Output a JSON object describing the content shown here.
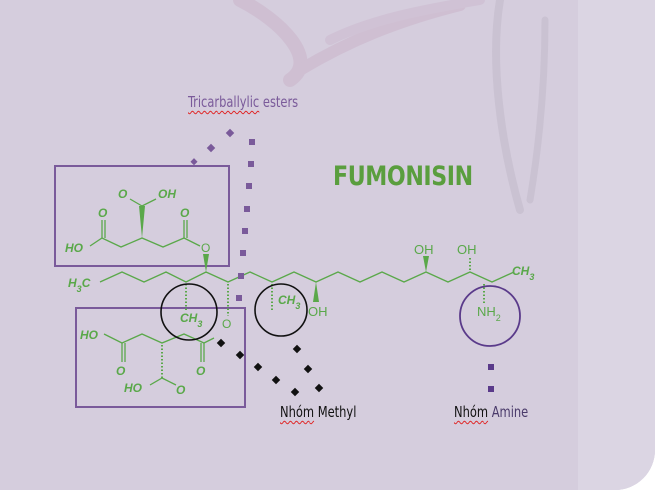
{
  "title": "FUMONISIN",
  "labels": {
    "tricarballylic_word": "Tricarballylic",
    "tricarballylic_rest": " esters",
    "methyl_word": "Nhóm",
    "methyl_rest": " Methyl",
    "amine_word": "Nhóm",
    "amine_rest": " Amine"
  },
  "atoms": {
    "h3c": "H3C",
    "ch3_right": "CH3",
    "ch3_circle1": "CH3",
    "ch3_circle2": "CH3",
    "oh1": "OH",
    "oh2": "OH",
    "oh3": "OH",
    "nh2": "NH2",
    "o_ester1": "O",
    "o_ester2": "O",
    "ester_top": {
      "o_left": "O",
      "o_mid": "O",
      "oh_mid": "OH",
      "o_right": "O",
      "ho_left": "HO"
    },
    "ester_bottom": {
      "ho_left": "HO",
      "o_left": "O",
      "o_right": "O",
      "ho_bottom": "HO",
      "o_bottom": "O"
    }
  },
  "colors": {
    "background": "#d5cddd",
    "molecule": "#5aa84a",
    "box": "#7a5a9a",
    "circle_methyl": "#111111",
    "circle_amine": "#5a3a8a",
    "dots_purple": "#7a5a9a",
    "dots_black": "#111111"
  }
}
